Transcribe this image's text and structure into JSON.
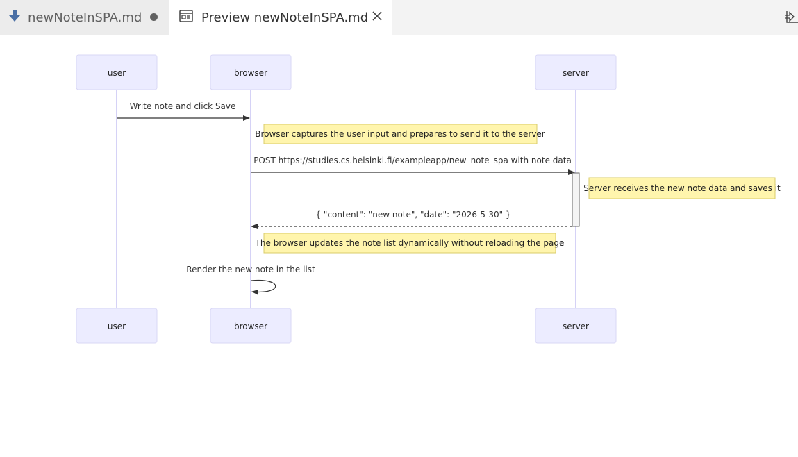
{
  "tabs": [
    {
      "label": "newNoteInSPA.md",
      "icon": "markdown-down-arrow-icon",
      "dirty": true,
      "active": false
    },
    {
      "label": "Preview newNoteInSPA.md",
      "icon": "preview-icon",
      "active": true
    }
  ],
  "colors": {
    "actor_fill": "#ECECFF",
    "note_fill": "#FFF5AD",
    "lifeline": "#D5D2F6",
    "markdown_icon": "#4A6FA5"
  },
  "diagram": {
    "actors": [
      {
        "id": "user",
        "label": "user"
      },
      {
        "id": "browser",
        "label": "browser"
      },
      {
        "id": "server",
        "label": "server"
      }
    ],
    "messages": [
      {
        "from": "user",
        "to": "browser",
        "text": "Write note and click Save",
        "style": "solid"
      },
      {
        "from": "browser",
        "to": "server",
        "text": "POST https://studies.cs.helsinki.fi/exampleapp/new_note_spa with note data",
        "style": "solid"
      },
      {
        "from": "server",
        "to": "browser",
        "text": "{ \"content\": \"new note\", \"date\": \"2026-5-30\" }",
        "style": "dashed"
      },
      {
        "from": "browser",
        "to": "browser",
        "text": "Render the new note in the list",
        "style": "solid"
      }
    ],
    "notes": [
      {
        "text": "Browser captures the user input and prepares to send it to the server"
      },
      {
        "text": "Server receives the new note data and saves it"
      },
      {
        "text": "The browser updates the note list dynamically without reloading the page"
      }
    ]
  }
}
